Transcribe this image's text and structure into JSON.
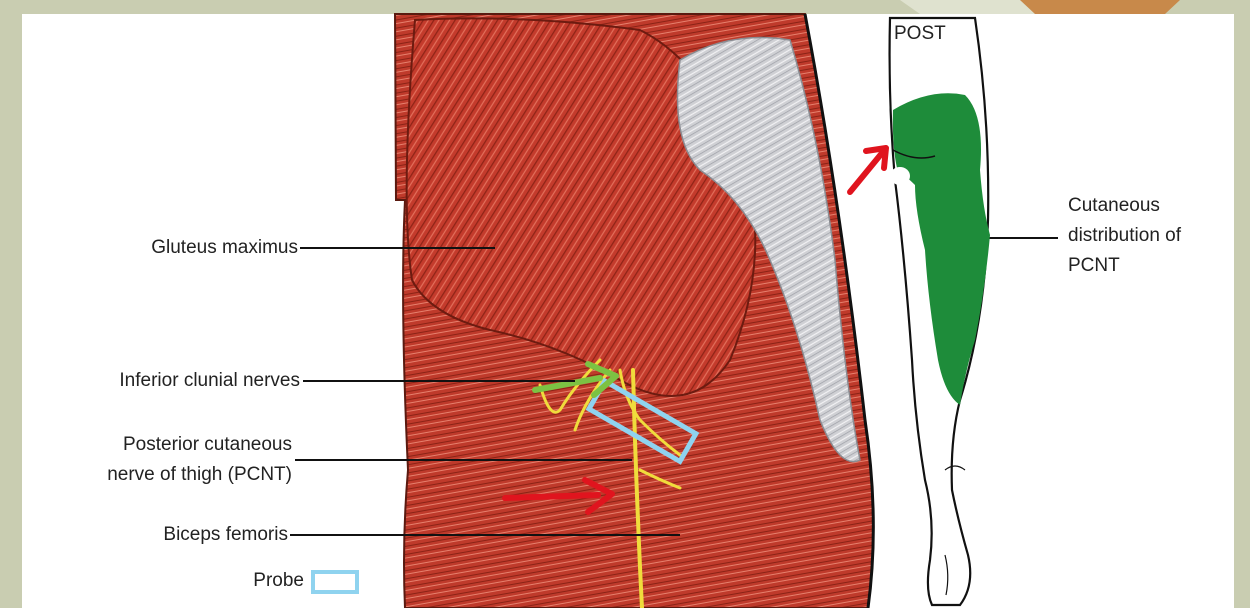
{
  "labels": {
    "gluteus": "Gluteus maximus",
    "inferior_clunial": "Inferior clunial nerves",
    "pcnt_line1": "Posterior cutaneous",
    "pcnt_line2": "nerve of thigh (PCNT)",
    "biceps": "Biceps femoris",
    "probe": "Probe",
    "post": "POST",
    "cutaneous_line1": "Cutaneous",
    "cutaneous_line2": "distribution of",
    "cutaneous_line3": "PCNT"
  },
  "colors": {
    "muscle": "#c0392b",
    "muscle_dark": "#8e2417",
    "fascia": "#d4d4d6",
    "nerve": "#f0dc3c",
    "distribution": "#1e8c3a",
    "probe": "#8fd3ef",
    "arrow_red": "#e0141e",
    "arrow_green": "#7cc243",
    "slide_bg": "#c9cdb1",
    "slide_accent": "#c8894a"
  },
  "icons": [
    "red-arrow-icon",
    "green-arrow-icon",
    "probe-rectangle-icon"
  ]
}
